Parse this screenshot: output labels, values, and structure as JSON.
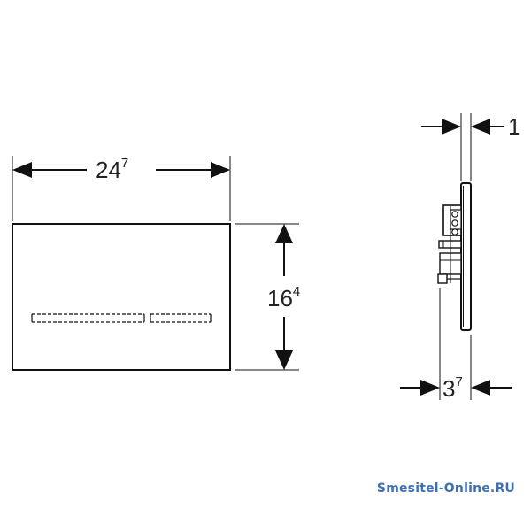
{
  "front_view": {
    "width_dim": {
      "main": "24",
      "sup": "7"
    },
    "height_dim": {
      "main": "16",
      "sup": "4"
    }
  },
  "side_view": {
    "thickness_top_dim": "1",
    "depth_dim": {
      "main": "3",
      "sup": "7"
    }
  },
  "watermark": "Smesitel-Online.RU",
  "colors": {
    "line": "#111111",
    "text": "#222222",
    "watermark": "#3d6fb6"
  }
}
